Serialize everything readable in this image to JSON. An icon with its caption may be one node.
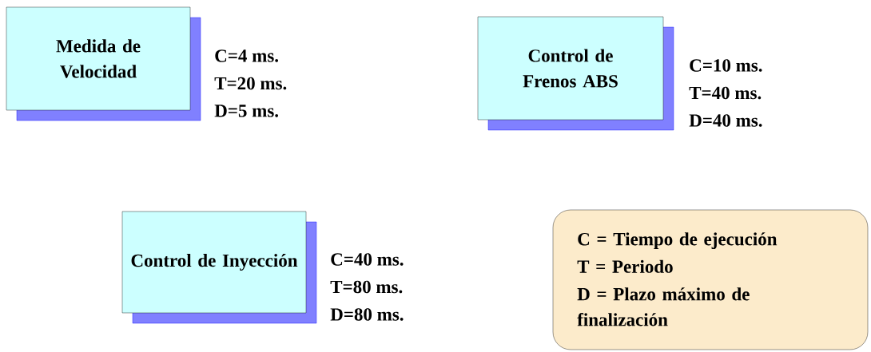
{
  "diagram": {
    "nodes": [
      {
        "text": [
          "Medida de Velocidad"
        ],
        "beside": [
          "C=4 ms.",
          "T=20 ms.",
          "D=5 ms."
        ]
      },
      {
        "text": [
          "Control de Frenos ABS"
        ],
        "beside": [
          "C=10 ms.",
          "T=40 ms.",
          "D=40 ms."
        ]
      },
      {
        "text": [
          "Control de Inyección"
        ],
        "beside": [
          "C=40 ms.",
          "T=80 ms.",
          "D=80 ms."
        ]
      },
      {
        "text": [
          "C = Tiempo de ejecución",
          "T = Periodo",
          "D = Plazo máximo de finalización"
        ]
      }
    ]
  }
}
